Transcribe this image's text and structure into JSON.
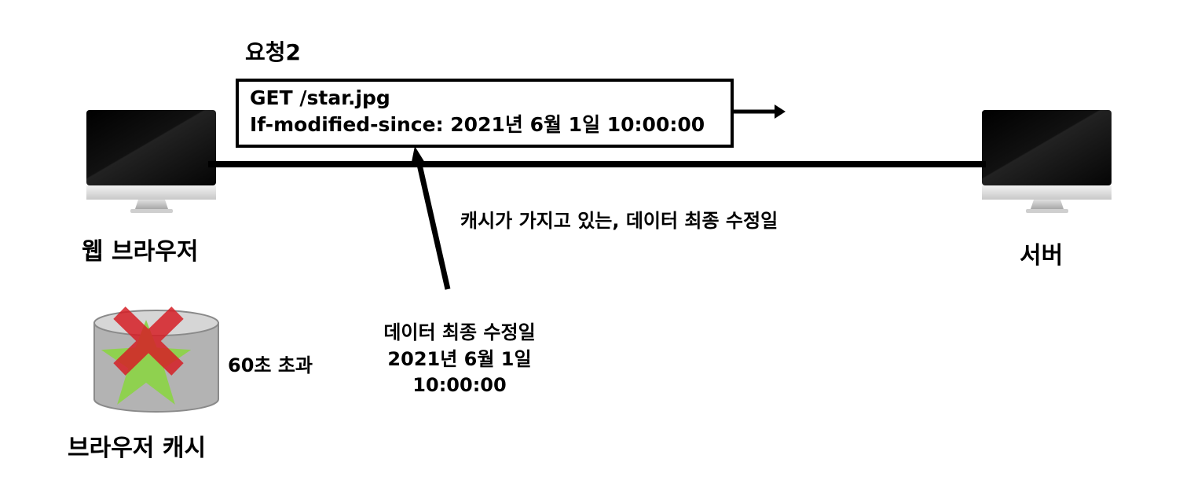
{
  "request": {
    "title": "요청2",
    "line1": "GET /star.jpg",
    "line2": "If-modified-since: 2021년 6월 1일 10:00:00"
  },
  "browser": {
    "label": "웹 브라우저"
  },
  "server": {
    "label": "서버"
  },
  "cache": {
    "label": "브라우저 캐시",
    "status": "60초 초과"
  },
  "annotation": {
    "text": "캐시가 가지고 있는, 데이터 최종 수정일"
  },
  "last_modified": {
    "title": "데이터 최종 수정일",
    "date": "2021년 6월 1일",
    "time": "10:00:00"
  },
  "colors": {
    "line": "#000000",
    "cylinder": "#b3b3b3",
    "star": "#8fd14f",
    "cross": "#d61f26"
  }
}
